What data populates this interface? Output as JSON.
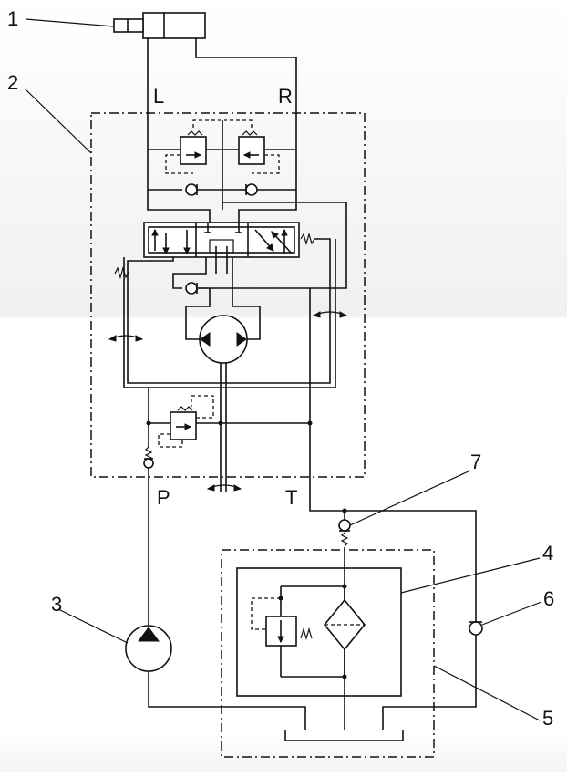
{
  "callouts": {
    "c1": "1",
    "c2": "2",
    "c3": "3",
    "c4": "4",
    "c5": "5",
    "c6": "6",
    "c7": "7"
  },
  "ports": {
    "left": "L",
    "right": "R",
    "pressure": "P",
    "tank": "T"
  }
}
